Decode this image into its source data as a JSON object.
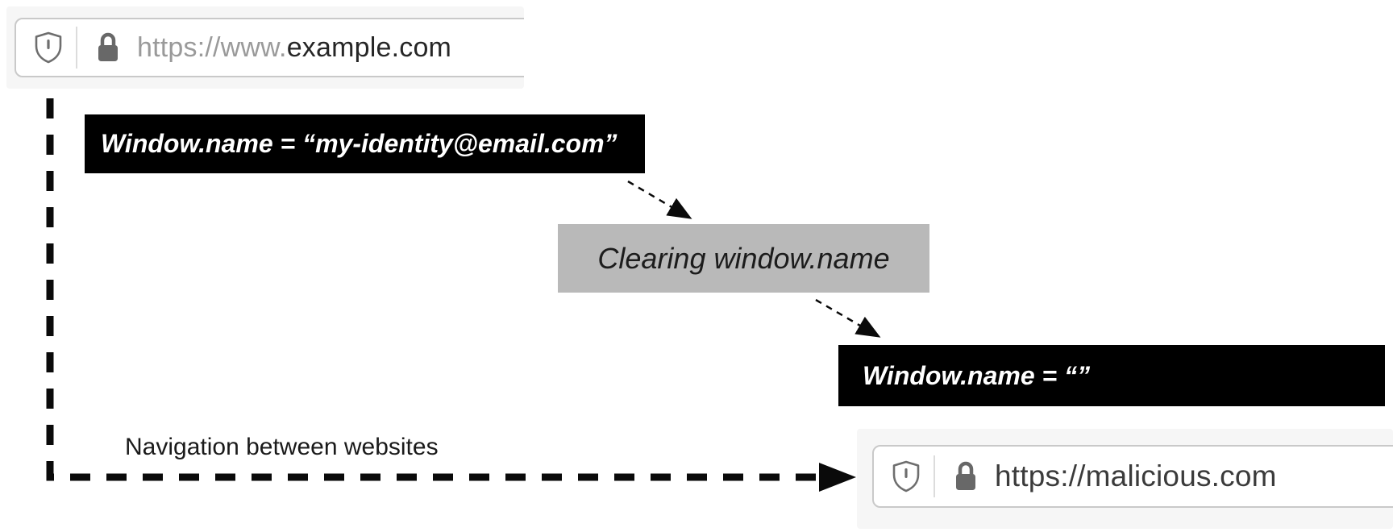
{
  "diagram": {
    "top_bar": {
      "url_scheme": "https://www.",
      "url_domain": "example.com"
    },
    "bottom_bar": {
      "url": "https://malicious.com"
    },
    "labels": {
      "set_window_name": "Window.name = “my-identity@email.com”",
      "clearing": "Clearing window.name",
      "cleared_window_name": "Window.name = “”",
      "navigation": "Navigation between websites"
    },
    "icons": {
      "shield": "shield-icon",
      "lock": "lock-icon"
    },
    "colors": {
      "box_black": "#000000",
      "box_gray": "#b9b9b9",
      "bar_background": "#f6f6f6",
      "pill_border": "#c9c9c9",
      "url_scheme_gray": "#9a9a9a",
      "url_domain_dark": "#262626",
      "icon_gray": "#6e6e6e",
      "arrow_black": "#0a0a0a"
    }
  }
}
